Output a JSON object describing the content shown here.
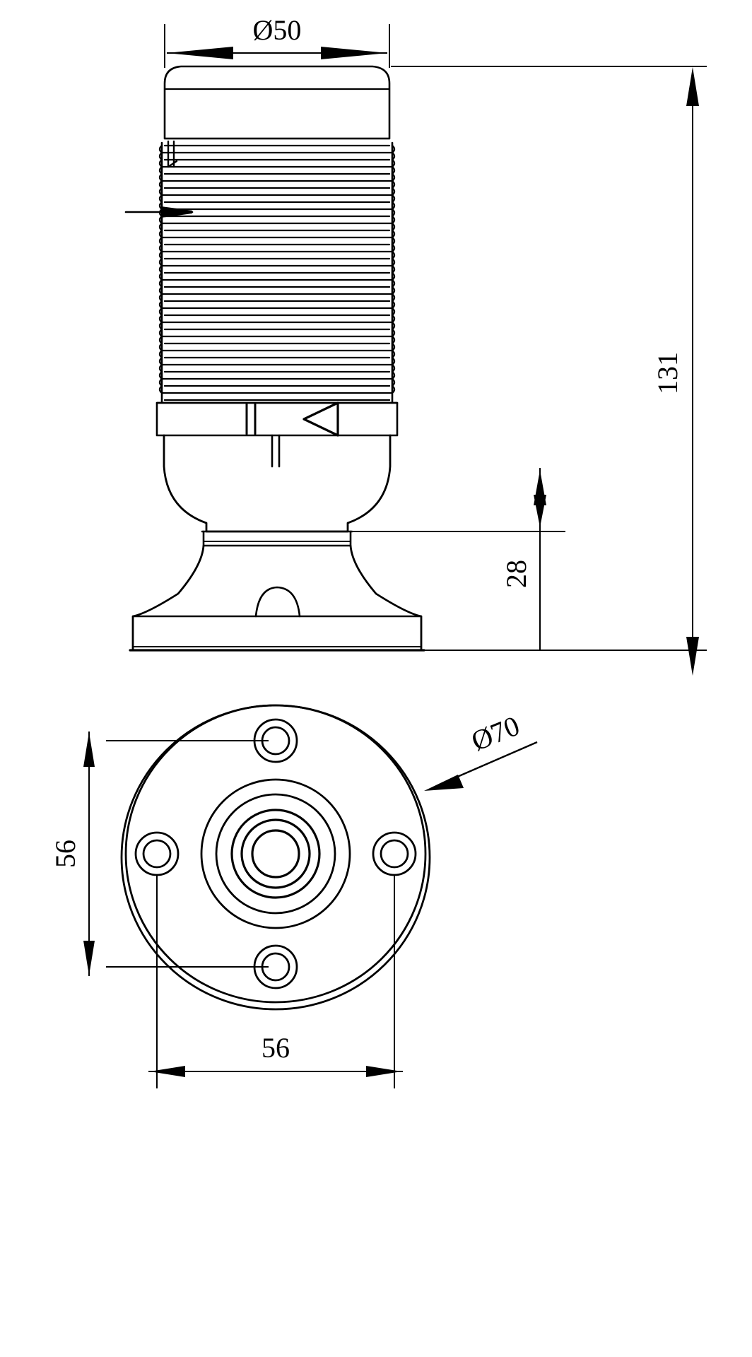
{
  "drawing": {
    "title": "Tower signal beacon light - dimensioned engineering drawing",
    "line_color": "#000000",
    "background_color": "#ffffff",
    "units": "mm",
    "views": [
      {
        "name": "front-elevation-view",
        "label": ""
      },
      {
        "name": "bottom-plan-view",
        "label": ""
      }
    ]
  },
  "dimensions": {
    "top_diameter": "Ø50",
    "overall_height": "131",
    "base_height": "28",
    "base_diameter": "Ø70",
    "bolt_circle_vertical": "56",
    "bolt_circle_horizontal": "56"
  },
  "markers": {
    "direction_triangle": "triangle-marker",
    "leader_arrow": "leader-arrow"
  }
}
